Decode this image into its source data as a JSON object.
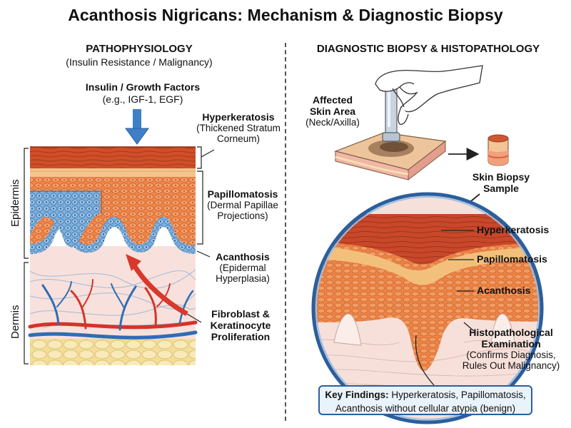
{
  "title": "Acanthosis Nigricans: Mechanism & Diagnostic Biopsy",
  "left": {
    "heading": "PATHOPHYSIOLOGY",
    "subheading": "(Insulin Resistance / Malignancy)",
    "insulin_label": "Insulin / Growth Factors",
    "insulin_sub": "(e.g., IGF-1, EGF)",
    "layer_epidermis": "Epidermis",
    "layer_dermis": "Dermis",
    "hyperkeratosis_title": "Hyperkeratosis",
    "hyperkeratosis_desc1": "(Thickened Stratum",
    "hyperkeratosis_desc2": "Corneum)",
    "papillomatosis_title": "Papillomatosis",
    "papillomatosis_desc1": "(Dermal Papillae",
    "papillomatosis_desc2": "Projections)",
    "acanthosis_title": "Acanthosis",
    "acanthosis_desc1": "(Epidermal",
    "acanthosis_desc2": "Hyperplasia)",
    "fibroblast_line1": "Fibroblast &",
    "fibroblast_line2": "Keratinocyte",
    "fibroblast_line3": "Proliferation"
  },
  "right": {
    "heading": "DIAGNOSTIC BIOPSY & HISTOPATHOLOGY",
    "affected_line1": "Affected",
    "affected_line2": "Skin Area",
    "affected_line3": "(Neck/Axilla)",
    "sample_line1": "Skin Biopsy",
    "sample_line2": "Sample",
    "circle_hyperkeratosis": "Hyperkeratosis",
    "circle_papillomatosis": "Papillomatosis",
    "circle_acanthosis": "Acanthosis",
    "histo_line1": "Histopathological",
    "histo_line2": "Examination",
    "histo_line3": "(Confirms Diagnosis,",
    "histo_line4": "Rules Out Malignancy)",
    "key_label": "Key Findings:",
    "key_text1": " Hyperkeratosis, Papillomatosis,",
    "key_text2": "Acanthosis without cellular atypia (benign)"
  },
  "colors": {
    "corneum": "#d0502a",
    "epidermis_orange": "#ef8a4a",
    "basal_blue": "#6fa6d8",
    "dermis": "#f8e0dc",
    "vessel_red": "#d6322a",
    "vessel_blue": "#2e6db5",
    "arrow_blue": "#3f7fc8",
    "fat": "#f4e2a0",
    "circle_border": "#2a5f9e"
  }
}
